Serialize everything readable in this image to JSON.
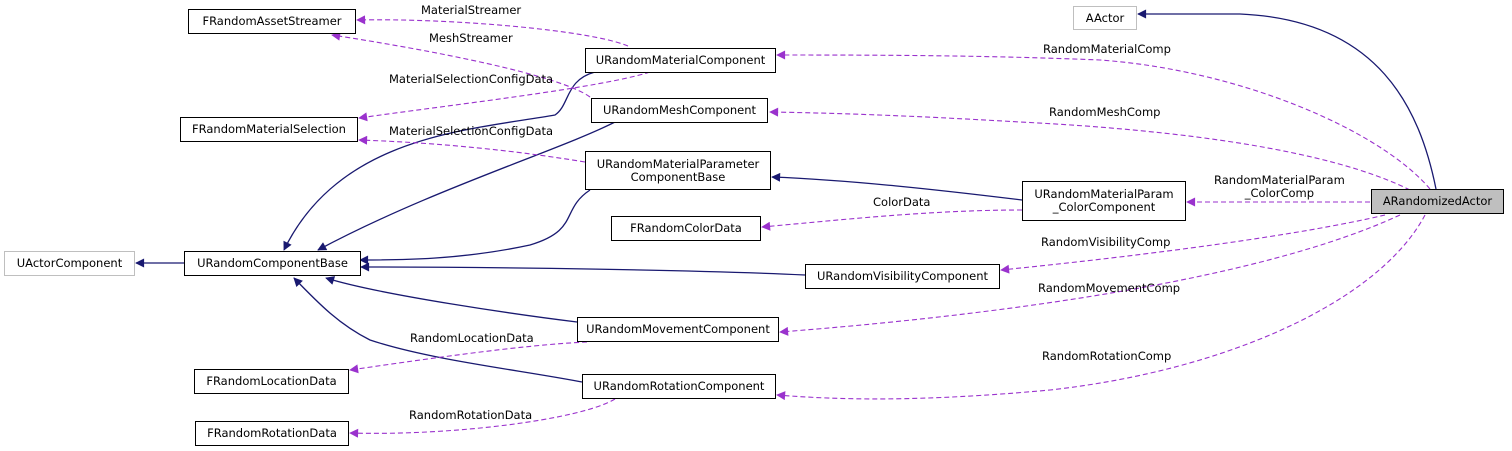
{
  "nodes": {
    "aactor": "AActor",
    "arandomized_actor": "ARandomizedActor",
    "uactor_component": "UActorComponent",
    "urandom_component_base": "URandomComponentBase",
    "frandom_asset_streamer": "FRandomAssetStreamer",
    "frandom_material_selection": "FRandomMaterialSelection",
    "urandom_material_component": "URandomMaterialComponent",
    "urandom_mesh_component": "URandomMeshComponent",
    "urandom_material_parameter_component_base": [
      "URandomMaterialParameter",
      "ComponentBase"
    ],
    "frandom_color_data": "FRandomColorData",
    "urandom_material_param_color_component": [
      "URandomMaterialParam",
      "_ColorComponent"
    ],
    "urandom_visibility_component": "URandomVisibilityComponent",
    "urandom_movement_component": "URandomMovementComponent",
    "frandom_location_data": "FRandomLocationData",
    "urandom_rotation_component": "URandomRotationComponent",
    "frandom_rotation_data": "FRandomRotationData"
  },
  "edge_labels": {
    "material_streamer": "MaterialStreamer",
    "mesh_streamer": "MeshStreamer",
    "material_selection_config_data_1": "MaterialSelectionConfigData",
    "material_selection_config_data_2": "MaterialSelectionConfigData",
    "random_material_comp": "RandomMaterialComp",
    "random_mesh_comp": "RandomMeshComp",
    "random_material_param_color_comp": [
      "RandomMaterialParam",
      "_ColorComp"
    ],
    "color_data": "ColorData",
    "random_visibility_comp": "RandomVisibilityComp",
    "random_movement_comp": "RandomMovementComp",
    "random_location_data": "RandomLocationData",
    "random_rotation_comp": "RandomRotationComp",
    "random_rotation_data": "RandomRotationData"
  },
  "colors": {
    "inheritance_edge": "#191970",
    "usage_edge": "#9a32cd",
    "focus_node_fill": "#bfbfbf",
    "external_node_border": "#bfbfbf"
  }
}
